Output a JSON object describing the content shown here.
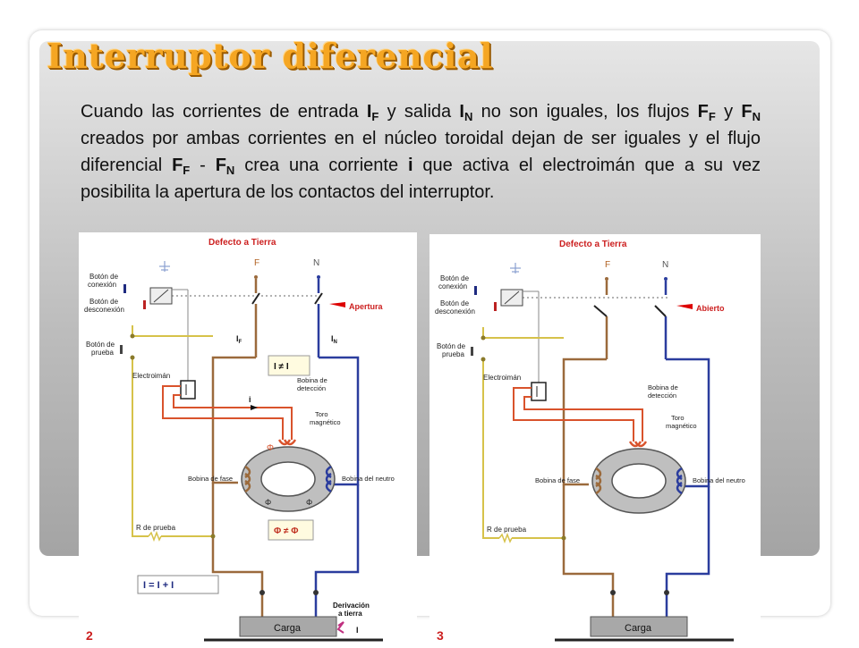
{
  "slide": {
    "title": "Interruptor diferencial",
    "paragraph": {
      "t1": "Cuando las corrientes de entrada ",
      "i_f": "I",
      "i_f_sub": "F",
      "t2": " y salida ",
      "i_n": "I",
      "i_n_sub": "N",
      "t3": " no son iguales, los flujos ",
      "f_f": "F",
      "f_f_sub": "F",
      "t4": " y ",
      "f_n": "F",
      "f_n_sub": "N",
      "t5": " creados por ambas corrientes en el núcleo toroidal dejan de ser iguales y el flujo diferencial ",
      "f_f2": "F",
      "f_f2_sub": "F",
      "t6": " - ",
      "f_n2": "F",
      "f_n2_sub": "N",
      "t7": " crea una corriente ",
      "i": "i",
      "t8": " que activa el electroimán que a su vez posibilita la apertura de los contactos del interruptor."
    }
  },
  "diagram_left": {
    "number": "2",
    "header": "Defecto a Tierra",
    "phase": "F",
    "neutral": "N",
    "btn_connect": [
      "Botón de",
      "conexión"
    ],
    "btn_disconnect": [
      "Botón de",
      "desconexión"
    ],
    "btn_test": [
      "Botón de",
      "prueba"
    ],
    "electromagnet": "Electroimán",
    "action": "Apertura",
    "coil_detect": [
      "Bobina de",
      "detección"
    ],
    "toroid": [
      "Toro",
      "magnético"
    ],
    "coil_phase": "Bobina de fase",
    "coil_neutral": "Bobina del neutro",
    "r_test": "R de prueba",
    "current_i": "i",
    "label_if": "I",
    "label_if_sub": "F",
    "label_in": "I",
    "label_in_sub": "N",
    "ineq_currents": "I  ≠  I",
    "phi_d": "Φ",
    "phi_f": "Φ",
    "phi_n": "Φ",
    "ineq_flux": "Φ  ≠  Φ",
    "equation": "I  = I  + I",
    "ground_derivation": [
      "Derivación",
      "a tierra"
    ],
    "id_label": "I",
    "load": "Carga"
  },
  "diagram_right": {
    "number": "3",
    "header": "Defecto a Tierra",
    "phase": "F",
    "neutral": "N",
    "btn_connect": [
      "Botón de",
      "conexión"
    ],
    "btn_disconnect": [
      "Botón de",
      "desconexión"
    ],
    "btn_test": [
      "Botón de",
      "prueba"
    ],
    "electromagnet": "Electroimán",
    "action": "Abierto",
    "coil_detect": [
      "Bobina de",
      "detección"
    ],
    "toroid": [
      "Toro",
      "magnético"
    ],
    "coil_phase": "Bobina de fase",
    "coil_neutral": "Bobina del neutro",
    "r_test": "R de prueba",
    "load": "Carga"
  },
  "colors": {
    "title": "#f5a623",
    "phase_wire": "#9b6a3c",
    "neutral_wire": "#2b3d9e",
    "test_wire": "#d6c24a",
    "detect_wire": "#d9532c",
    "header_red": "#cc1f1f",
    "toroid": "#bfbfbf"
  }
}
